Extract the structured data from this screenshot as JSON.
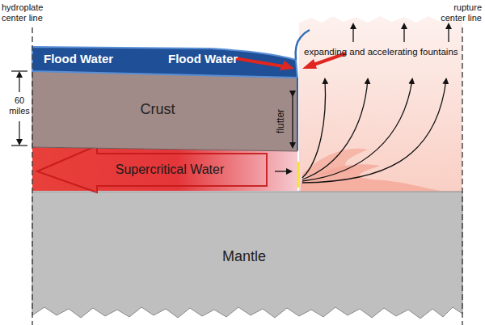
{
  "diagram": {
    "nodes": [
      {
        "text": [
          "Flood Water",
          "Flood Water"
        ]
      },
      {
        "text": [
          "Crust"
        ]
      },
      {
        "text": [
          "Supercritical Water"
        ]
      },
      {
        "text": [
          "Mantle"
        ]
      }
    ],
    "labels": [
      "hydroplate center line",
      "rupture center line",
      "60 miles",
      "flutter",
      "expanding and accelerating fountains"
    ]
  }
}
